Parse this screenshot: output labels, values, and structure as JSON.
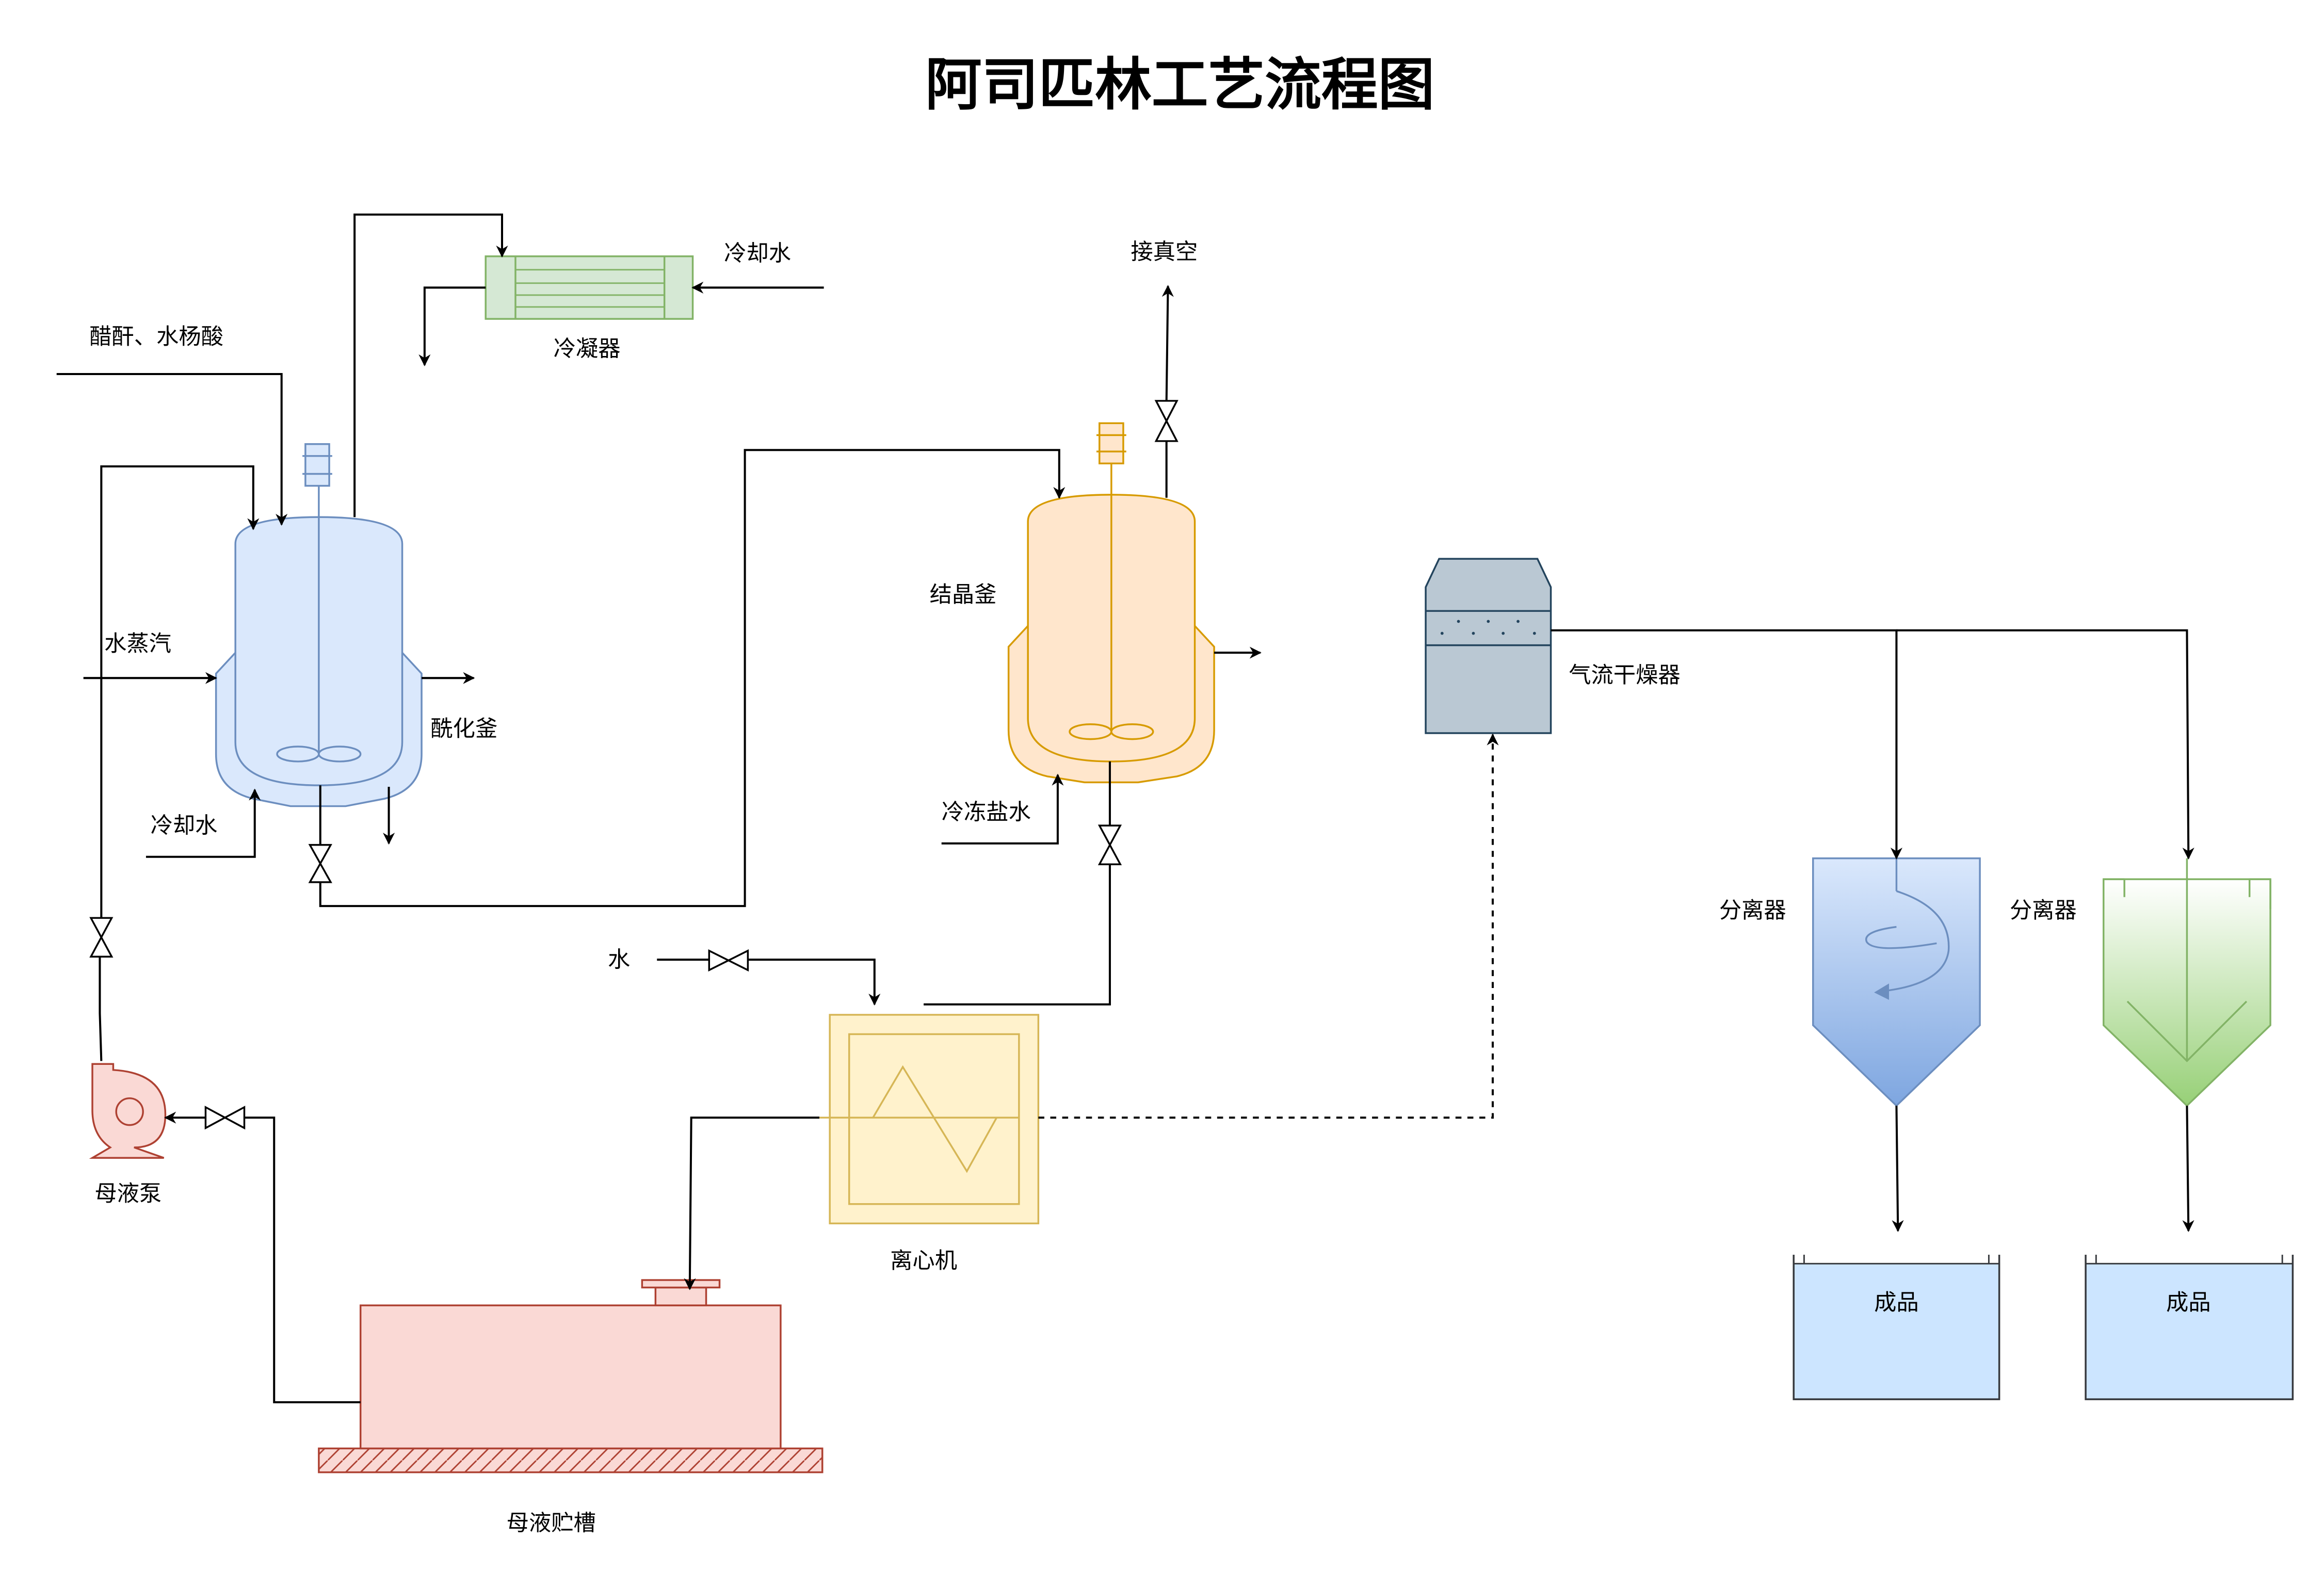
{
  "title": "阿司匹林工艺流程图",
  "labels": {
    "acylation_reactor": "酰化釜",
    "crystallizer": "结晶釜",
    "condenser": "冷凝器",
    "air_dryer": "气流干燥器",
    "separator_1": "分离器",
    "separator_2": "分离器",
    "product_1": "成品",
    "product_2": "成品",
    "mother_liquor_pump": "母液泵",
    "mother_liquor_tank": "母液贮槽",
    "centrifuge": "离心机"
  },
  "streams": {
    "feed": "醋酐、水杨酸",
    "steam": "水蒸汽",
    "cooling_water_reactor": "冷却水",
    "cooling_water_condenser": "冷却水",
    "vacuum": "接真空",
    "chilled_brine": "冷冻盐水",
    "water": "水"
  },
  "colors": {
    "reactor_blue": "#dae8fc",
    "reactor_blue_stroke": "#6c8ebf",
    "crystallizer_orange": "#ffe6cc",
    "crystallizer_orange_stroke": "#d79b00",
    "condenser_green": "#d5e8d4",
    "condenser_green_stroke": "#82b366",
    "centrifuge_yellow": "#fff2cc",
    "centrifuge_yellow_stroke": "#d6b656",
    "tank_red": "#fad9d5",
    "tank_red_stroke": "#ae4132",
    "dryer_gray": "#bac8d3",
    "dryer_gray_stroke": "#23445d",
    "product_blue": "#cce5ff"
  }
}
